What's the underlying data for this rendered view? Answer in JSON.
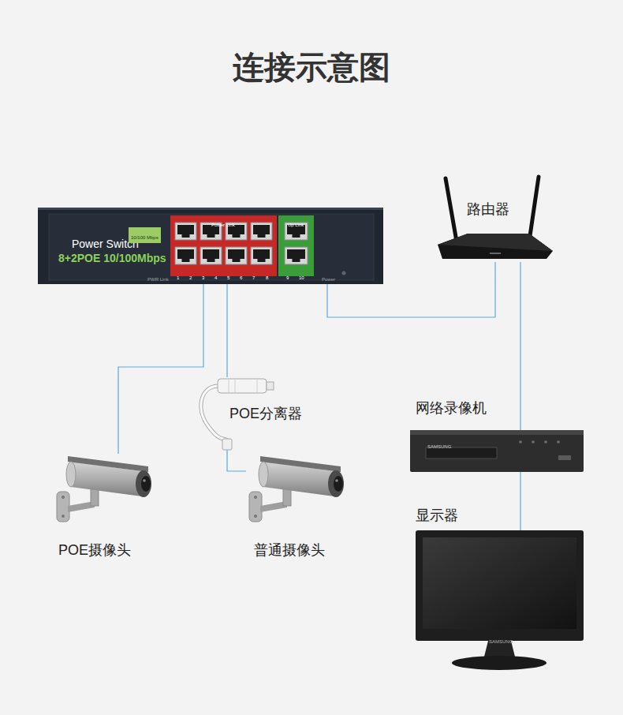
{
  "diagram": {
    "title": "连接示意图",
    "nodes": [
      {
        "text": [
          "Power Switch",
          "8+2POE 10/100Mbps"
        ]
      },
      {
        "text": [
          "10/100 Mbps"
        ],
        "in": 0
      },
      {
        "text": [
          "Power Link"
        ],
        "in": 0
      },
      {
        "text": [
          "Up Link"
        ],
        "in": 0
      },
      {
        "text": [
          "路由器"
        ]
      },
      {
        "text": [
          "POE分离器"
        ]
      },
      {
        "text": [
          "POE摄像头"
        ]
      },
      {
        "text": [
          "普通摄像头"
        ]
      },
      {
        "text": [
          "网络录像机"
        ]
      },
      {
        "text": [
          "显示器"
        ]
      }
    ],
    "edges": [
      {
        "from": 0,
        "to": 6,
        "arrow": "none"
      },
      {
        "from": 0,
        "to": 5,
        "arrow": "none"
      },
      {
        "from": 5,
        "to": 7,
        "arrow": "none"
      },
      {
        "from": 0,
        "to": 4,
        "arrow": "none"
      },
      {
        "from": 4,
        "to": 8,
        "arrow": "none"
      },
      {
        "from": 8,
        "to": 9,
        "arrow": "none"
      }
    ],
    "labels": [
      "1",
      "2",
      "3",
      "4",
      "5",
      "6",
      "7",
      "8",
      "9",
      "10",
      "PWR Link",
      "Power",
      "SAMSUNG",
      "SAMSUNG"
    ]
  }
}
